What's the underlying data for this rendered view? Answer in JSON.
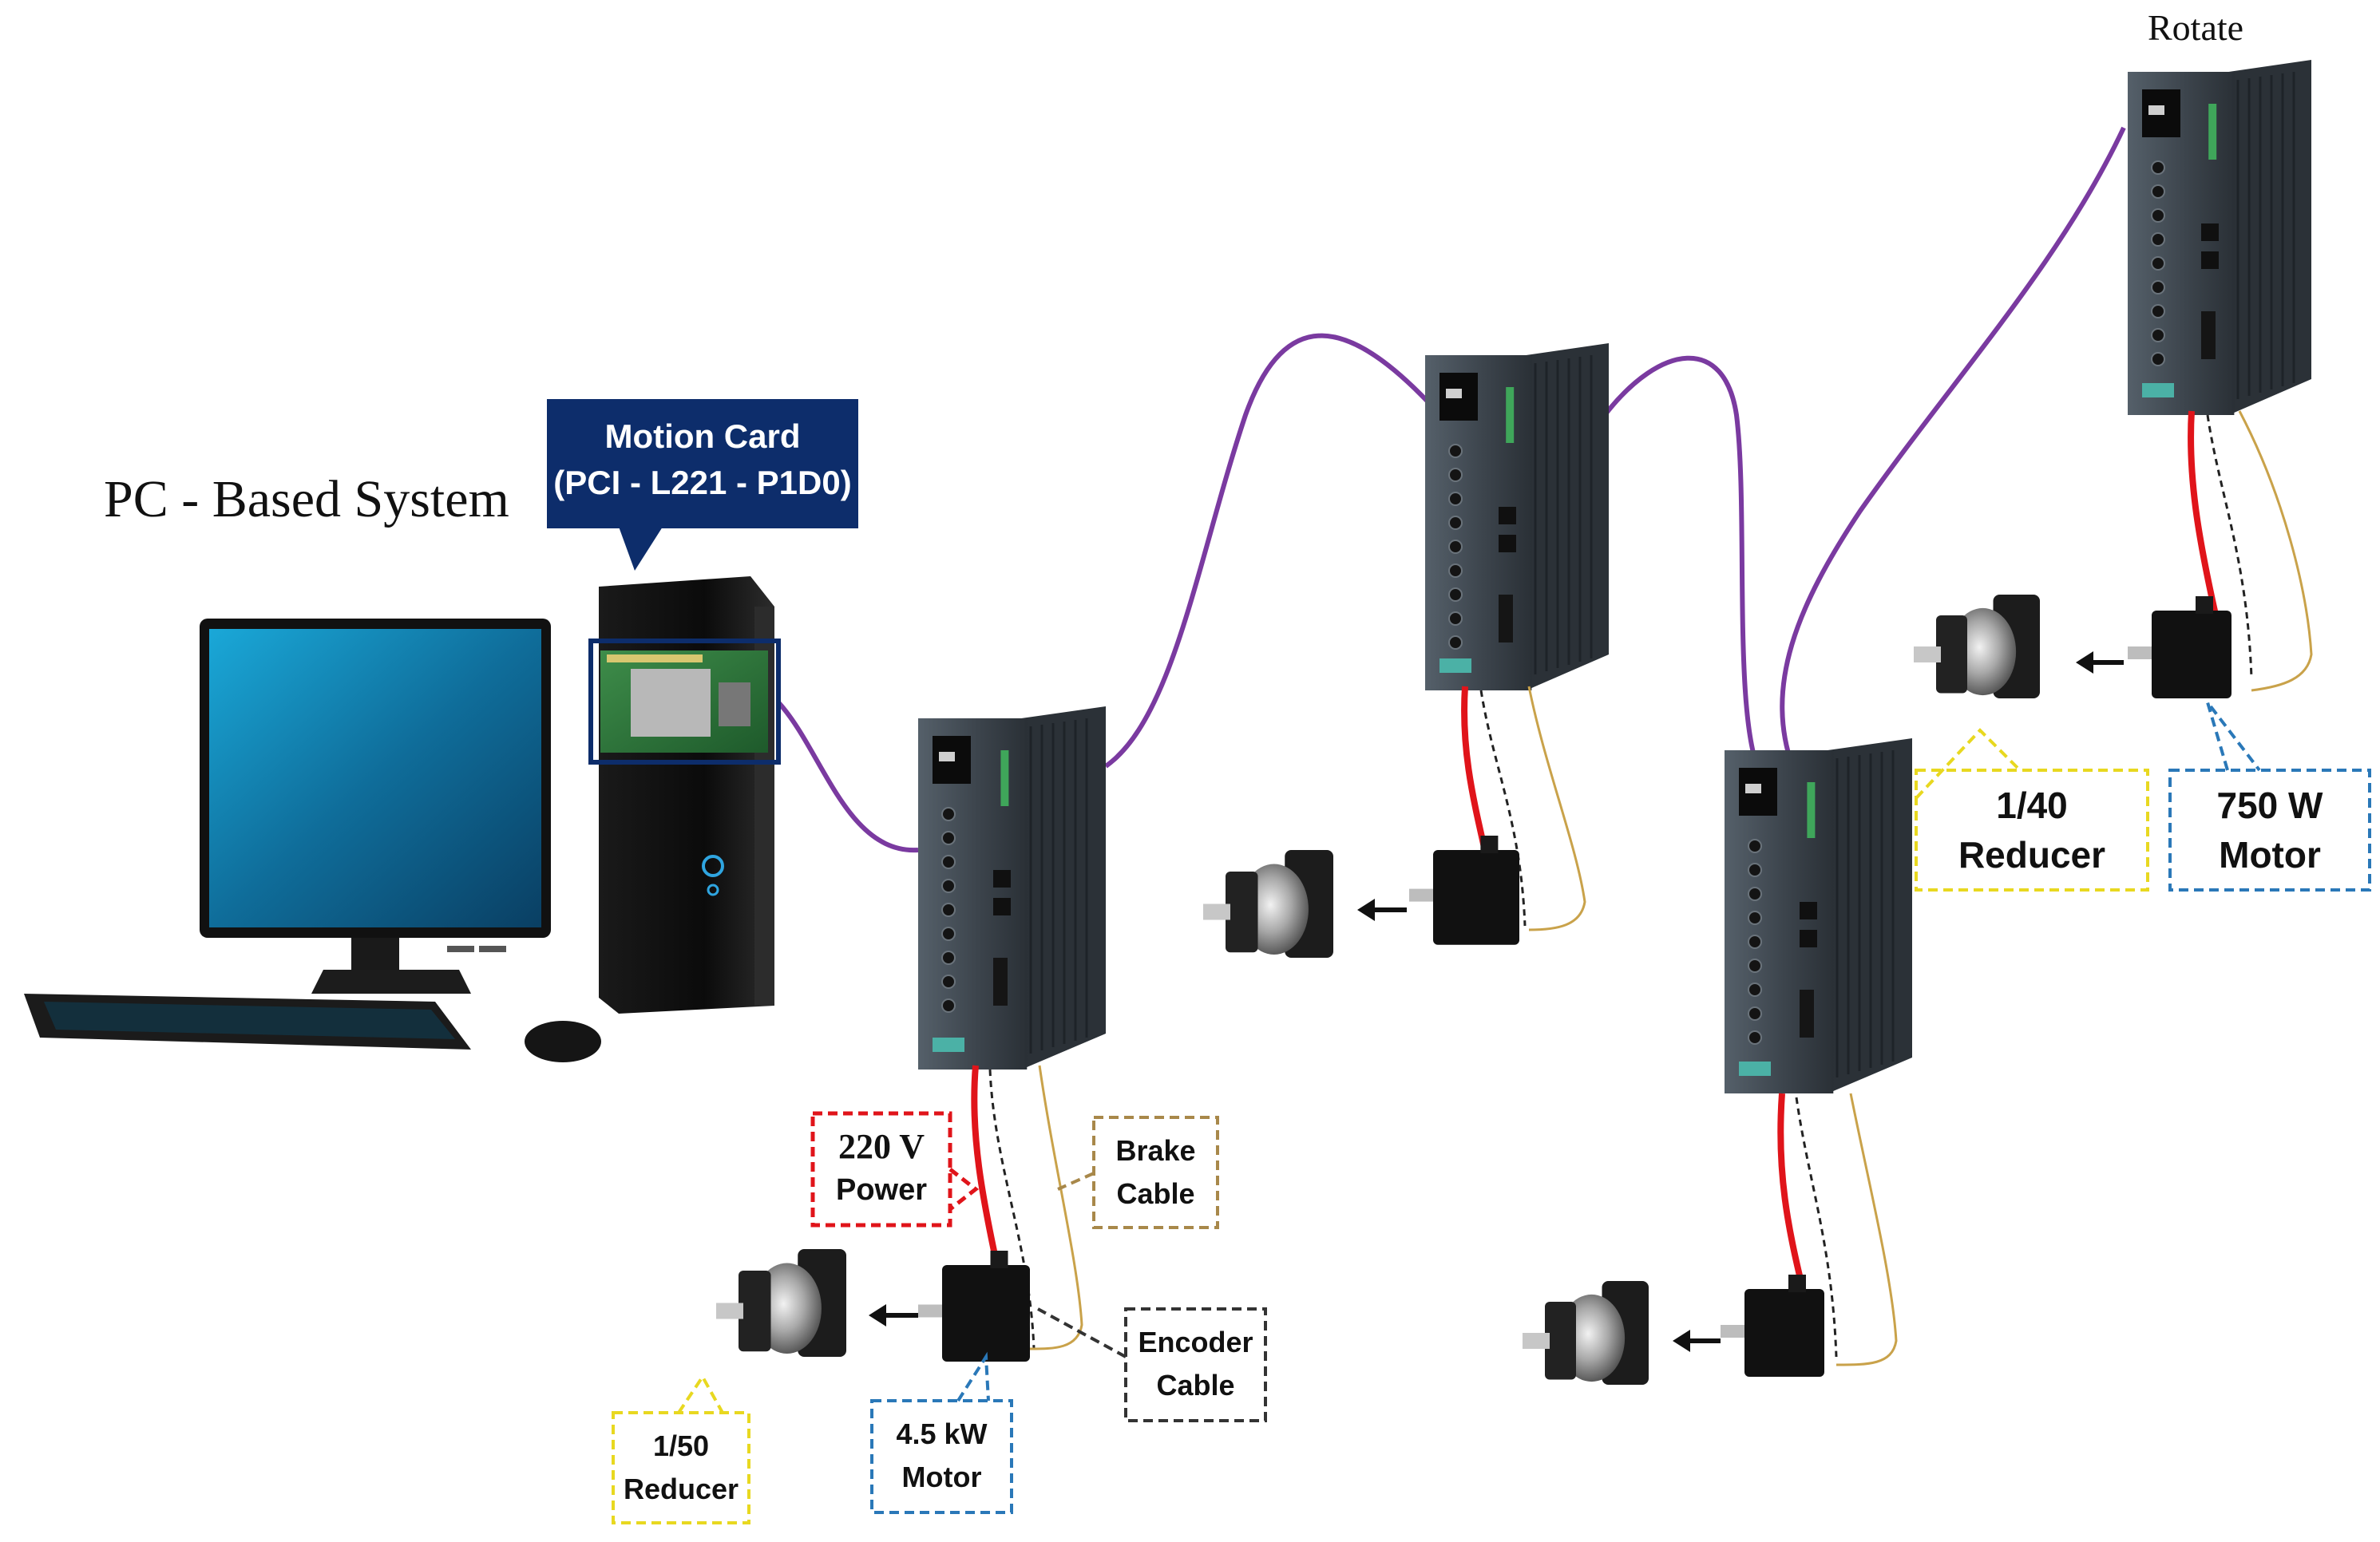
{
  "title": "PC - Based System",
  "rotate_label": "Rotate",
  "motion_card": {
    "line1": "Motion Card",
    "line2": "(PCI - L221 - P1D0)"
  },
  "callouts": {
    "power": {
      "line1": "220 V",
      "line2": "Power"
    },
    "brake": {
      "line1": "Brake",
      "line2": "Cable"
    },
    "encoder": {
      "line1": "Encoder",
      "line2": "Cable"
    },
    "reducer_50": {
      "line1": "1/50",
      "line2": "Reducer"
    },
    "motor_45kw": {
      "line1": "4.5 kW",
      "line2": "Motor"
    },
    "reducer_40": {
      "line1": "1/40",
      "line2": "Reducer"
    },
    "motor_750w": {
      "line1": "750 W",
      "line2": "Motor"
    }
  },
  "colors": {
    "comm_cable": "#7a3aa0",
    "power_cable": "#e0141a",
    "encoder_cable": "#222222",
    "brake_cable": "#c9a24a",
    "callout_navy": "#0d2d6b",
    "reducer_box": "#e8d820",
    "motor_box": "#2a78b8",
    "power_box": "#e0141a",
    "brake_box": "#a8884a",
    "encoder_box": "#333333"
  }
}
